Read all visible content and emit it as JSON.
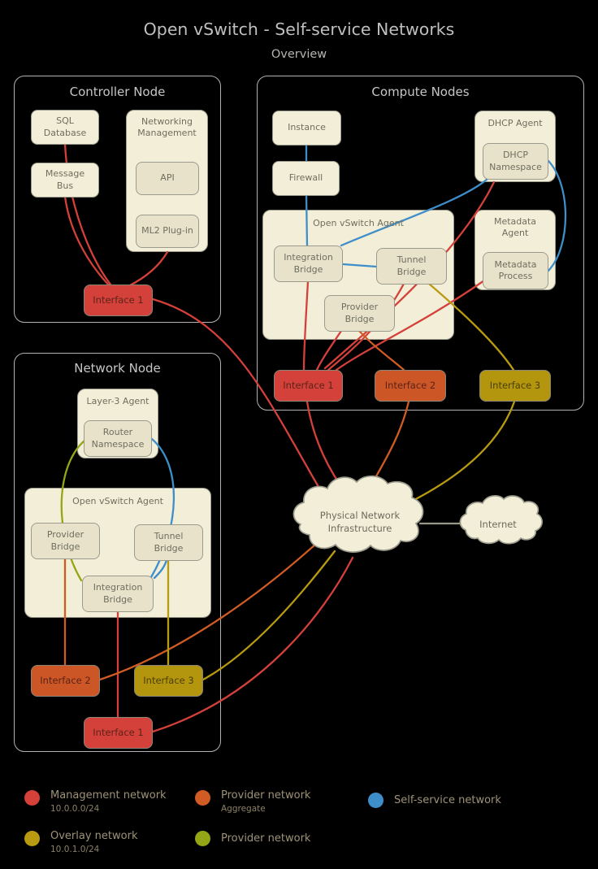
{
  "title": "Open vSwitch - Self-service Networks",
  "subtitle": "Overview",
  "colors": {
    "management": "#d4403a",
    "provider_aggregate": "#d05c24",
    "overlay": "#b89b10",
    "self_service": "#3e8ec9",
    "provider": "#94a616",
    "link_gray": "#98988a",
    "interface_red": "#d4403a",
    "interface_orange": "#cc5626",
    "interface_olive": "#b3950e"
  },
  "controller": {
    "title": "Controller Node",
    "sql_database": "SQL\nDatabase",
    "message_bus": "Message\nBus",
    "networking_management": "Networking\nManagement",
    "api": "API",
    "ml2_plugin": "ML2 Plug-in",
    "interface1": "Interface 1"
  },
  "compute": {
    "title": "Compute Nodes",
    "instance": "Instance",
    "firewall": "Firewall",
    "dhcp_agent": "DHCP Agent",
    "dhcp_namespace": "DHCP\nNamespace",
    "ovs_agent": "Open vSwitch Agent",
    "integration_bridge": "Integration\nBridge",
    "tunnel_bridge": "Tunnel\nBridge",
    "provider_bridge": "Provider\nBridge",
    "metadata_agent": "Metadata\nAgent",
    "metadata_process": "Metadata\nProcess",
    "interface1": "Interface 1",
    "interface2": "Interface 2",
    "interface3": "Interface 3"
  },
  "network": {
    "title": "Network Node",
    "layer3_agent": "Layer-3 Agent",
    "router_namespace": "Router\nNamespace",
    "ovs_agent": "Open vSwitch Agent",
    "provider_bridge": "Provider\nBridge",
    "tunnel_bridge": "Tunnel\nBridge",
    "integration_bridge": "Integration\nBridge",
    "interface2": "Interface 2",
    "interface3": "Interface 3",
    "interface1": "Interface 1"
  },
  "clouds": {
    "physical": "Physical Network\nInfrastructure",
    "internet": "Internet"
  },
  "legend": {
    "items": [
      {
        "label": "Management network",
        "sub": "10.0.0.0/24"
      },
      {
        "label": "Provider network",
        "sub": "Aggregate"
      },
      {
        "label": "Self-service network",
        "sub": ""
      },
      {
        "label": "Overlay network",
        "sub": "10.0.1.0/24"
      },
      {
        "label": "Provider network",
        "sub": ""
      }
    ]
  }
}
